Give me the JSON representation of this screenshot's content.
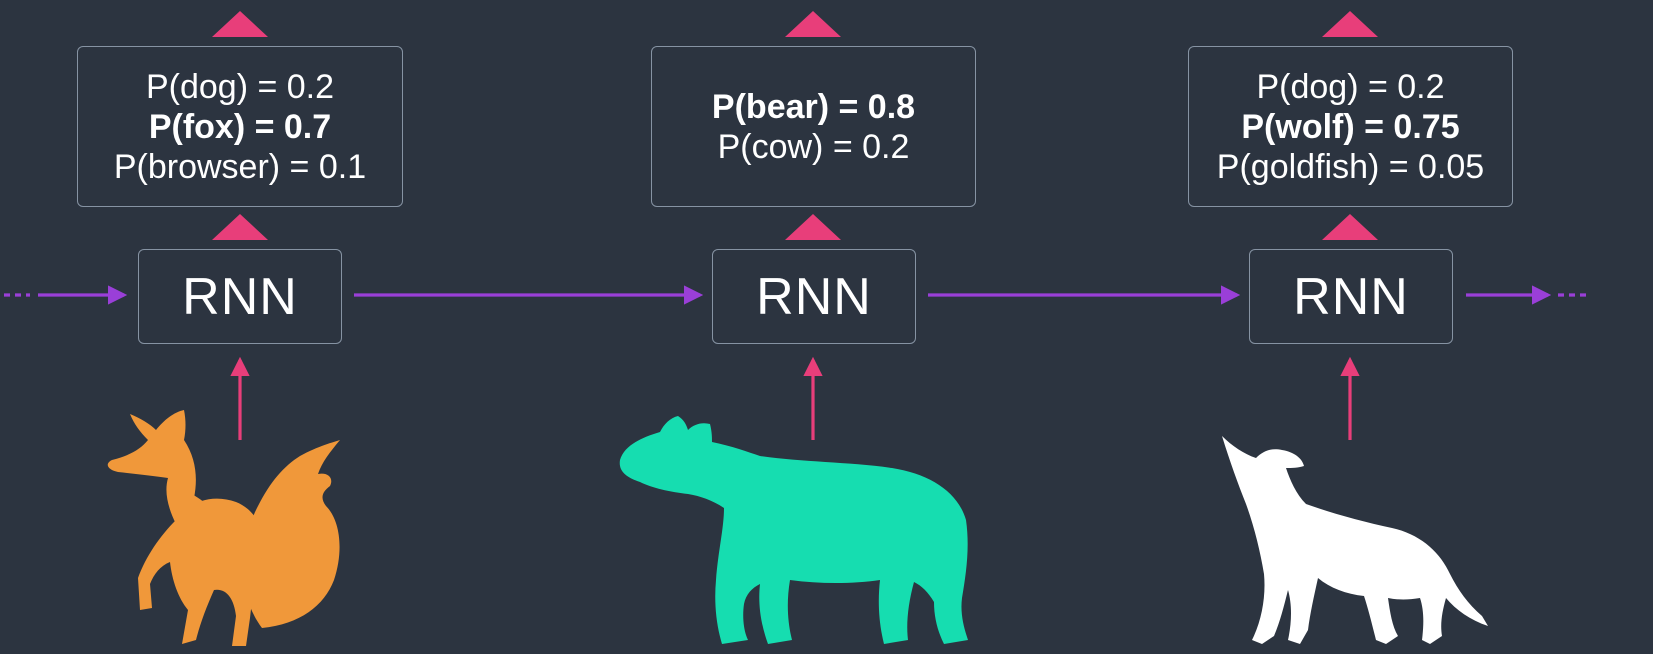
{
  "colors": {
    "background": "#2c3440",
    "box_border": "#8693a3",
    "text": "#ffffff",
    "output_arrow": "#e83e7a",
    "hidden_arrow": "#9a3fd8",
    "fox": "#f0983a",
    "bear": "#16ddb0",
    "wolf": "#ffffff"
  },
  "steps": [
    {
      "rnn_label": "RNN",
      "animal": "fox-silhouette",
      "predictions": [
        {
          "text": "P(dog) = 0.2",
          "bold": false
        },
        {
          "text": "P(fox) = 0.7",
          "bold": true
        },
        {
          "text": "P(browser) = 0.1",
          "bold": false
        }
      ]
    },
    {
      "rnn_label": "RNN",
      "animal": "bear-silhouette",
      "predictions": [
        {
          "text": "P(bear) = 0.8",
          "bold": true
        },
        {
          "text": "P(cow) = 0.2",
          "bold": false
        }
      ]
    },
    {
      "rnn_label": "RNN",
      "animal": "wolf-silhouette",
      "predictions": [
        {
          "text": "P(dog) = 0.2",
          "bold": false
        },
        {
          "text": "P(wolf) = 0.75",
          "bold": true
        },
        {
          "text": "P(goldfish) = 0.05",
          "bold": false
        }
      ]
    }
  ]
}
